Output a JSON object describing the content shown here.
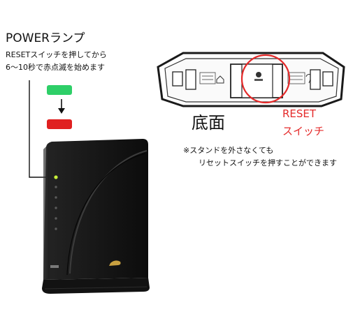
{
  "power": {
    "title": "POWERランプ",
    "line1": "RESETスイッチを押してから",
    "line2": "6～10秒で赤点滅を始めます",
    "colors": {
      "before": "#2ecf68",
      "after": "#e02020"
    }
  },
  "bottom_view": {
    "label": "底面",
    "reset_line1": "RESET",
    "reset_line2": "スイッチ",
    "highlight_color": "#e42a2a"
  },
  "note": {
    "line1": "※スタンドを外さなくても",
    "line2": "リセットスイッチを押すことができます"
  }
}
